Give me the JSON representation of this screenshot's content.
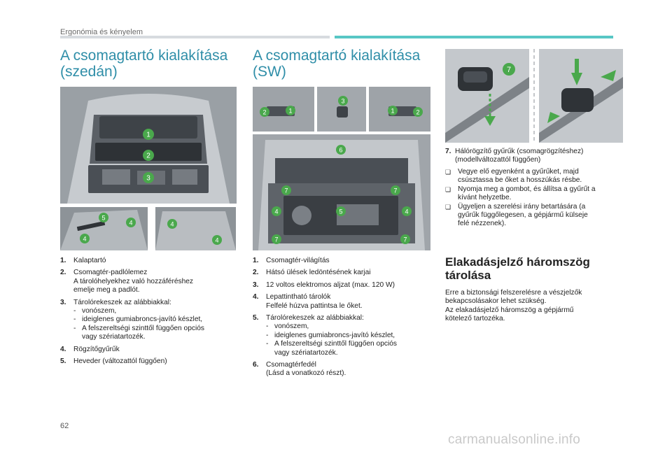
{
  "header": {
    "section": "Ergonómia és kényelem"
  },
  "left": {
    "title_line1": "A csomagtartó kialakítása",
    "title_line2": "(szedán)",
    "items": [
      {
        "num": "1.",
        "lines": [
          "Kalaptartó"
        ]
      },
      {
        "num": "2.",
        "lines": [
          "Csomagtér-padlólemez",
          "A tárolóhelyekhez való hozzáféréshez",
          "emelje meg a padlót."
        ]
      },
      {
        "num": "3.",
        "lines": [
          "Tárolórekeszek az alábbiakkal:"
        ],
        "subs": [
          "vonószem,",
          "ideiglenes gumiabroncs-javító készlet,",
          "A felszereltségi szinttől függően opciós",
          "vagy szériatartozék."
        ]
      },
      {
        "num": "4.",
        "lines": [
          "Rögzítőgyűrűk"
        ]
      },
      {
        "num": "5.",
        "lines": [
          "Heveder (változattól függően)"
        ]
      }
    ],
    "markers_main": [
      "1",
      "2",
      "3"
    ],
    "markers_small_a": [
      "5",
      "4",
      "4"
    ],
    "markers_small_b": [
      "4",
      "4"
    ]
  },
  "middle": {
    "title_line1": "A csomagtartó kialakítása",
    "title_line2": "(SW)",
    "items": [
      {
        "num": "1.",
        "lines": [
          "Csomagtér-világítás"
        ]
      },
      {
        "num": "2.",
        "lines": [
          "Hátsó ülések ledöntésének karjai"
        ]
      },
      {
        "num": "3.",
        "lines": [
          "12 voltos elektromos aljzat (max. 120 W)"
        ]
      },
      {
        "num": "4.",
        "lines": [
          "Lepattintható tárolók",
          "Felfelé húzva pattintsa le őket."
        ]
      },
      {
        "num": "5.",
        "lines": [
          "Tárolórekeszek az alábbiakkal:"
        ],
        "subs": [
          "vonószem,",
          "ideiglenes gumiabroncs-javító készlet,",
          "A felszereltségi szinttől függően opciós",
          "vagy szériatartozék."
        ]
      },
      {
        "num": "6.",
        "lines": [
          "Csomagtérfedél",
          "(Lásd a vonatkozó részt)."
        ]
      }
    ],
    "markers_top_a": [
      "2",
      "1"
    ],
    "markers_top_b": [
      "3"
    ],
    "markers_top_c": [
      "1",
      "2"
    ],
    "markers_main": [
      "6",
      "7",
      "7",
      "4",
      "5",
      "4",
      "7",
      "7"
    ]
  },
  "right": {
    "marker_7": "7",
    "item7_num": "7.",
    "item7_lines": [
      "Hálórögzítő gyűrűk (csomagrögzítéshez)",
      "(modellváltozattól függően)"
    ],
    "bullets": [
      [
        "Vegye elő egyenként a gyűrűket, majd",
        "csúsztassa be őket a hosszúkás résbe."
      ],
      [
        "Nyomja meg a gombot, és állítsa a gyűrűt a",
        "kívánt helyzetbe."
      ],
      [
        "Ügyeljen a szerelési irány betartására (a",
        "gyűrűk függőlegesen, a gépjármű külseje",
        "felé nézzenek)."
      ]
    ],
    "warning_title_line1": "Elakadásjelző háromszög",
    "warning_title_line2": "tárolása",
    "warning_lines": [
      "Erre a biztonsági felszerelésre a vészjelzők",
      "bekapcsolásakor lehet szükség.",
      "Az elakadásjelző háromszög a gépjármű",
      "kötelező tartozéka."
    ]
  },
  "footer": {
    "page_number": "62",
    "watermark": "carmanualsonline.info"
  },
  "colors": {
    "title": "#2f8ea8",
    "accent_bar": "#58c7c5",
    "marker": "#4aa84c"
  }
}
